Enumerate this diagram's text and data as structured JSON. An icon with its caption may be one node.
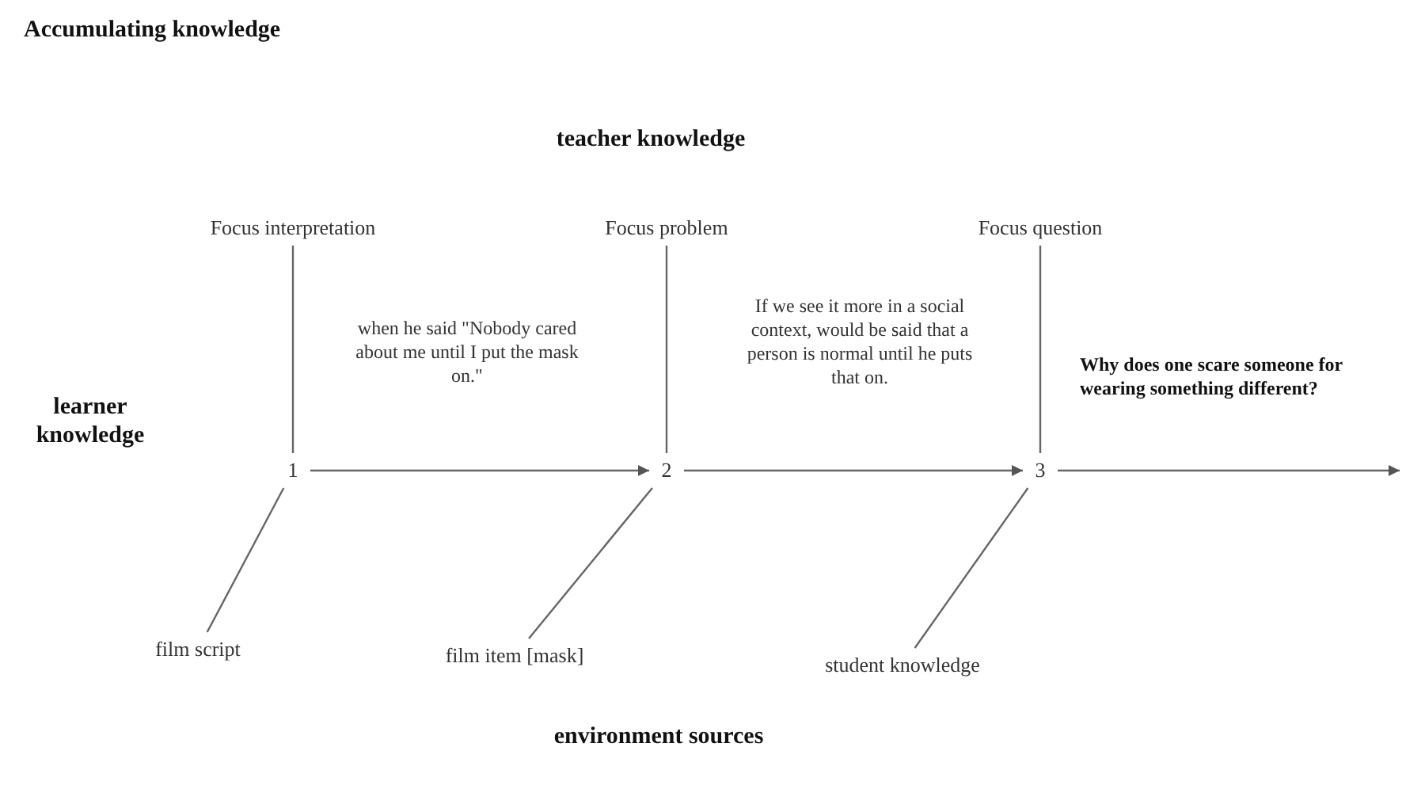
{
  "diagram": {
    "title": "Accumulating knowledge",
    "nodes": [
      {
        "text": [
          "1"
        ]
      },
      {
        "text": [
          "2"
        ]
      },
      {
        "text": [
          "3"
        ]
      },
      {
        "text": [
          "Focus interpretation"
        ]
      },
      {
        "text": [
          "Focus problem"
        ]
      },
      {
        "text": [
          "Focus question"
        ]
      },
      {
        "text": [
          "film script"
        ]
      },
      {
        "text": [
          "film item [mask]"
        ]
      },
      {
        "text": [
          "student knowledge"
        ]
      }
    ],
    "edges": [
      {
        "from": 0,
        "to": 1,
        "arrow": "to",
        "label": "when he said \"Nobody cared about me until I put the mask on.\""
      },
      {
        "from": 1,
        "to": 2,
        "arrow": "to",
        "label": "If we see it more in a social context, would be said that a person is normal until he puts that on."
      },
      {
        "from": 2,
        "to": null,
        "arrow": "to",
        "label": "Why does one scare someone for wearing something different?"
      },
      {
        "from": 3,
        "to": 0,
        "arrow": "none"
      },
      {
        "from": 4,
        "to": 1,
        "arrow": "none"
      },
      {
        "from": 5,
        "to": 2,
        "arrow": "none"
      },
      {
        "from": 6,
        "to": 0,
        "arrow": "none"
      },
      {
        "from": 7,
        "to": 1,
        "arrow": "none"
      },
      {
        "from": 8,
        "to": 2,
        "arrow": "none"
      }
    ],
    "labels": [
      "teacher knowledge",
      "learner knowledge",
      "environment sources"
    ]
  }
}
